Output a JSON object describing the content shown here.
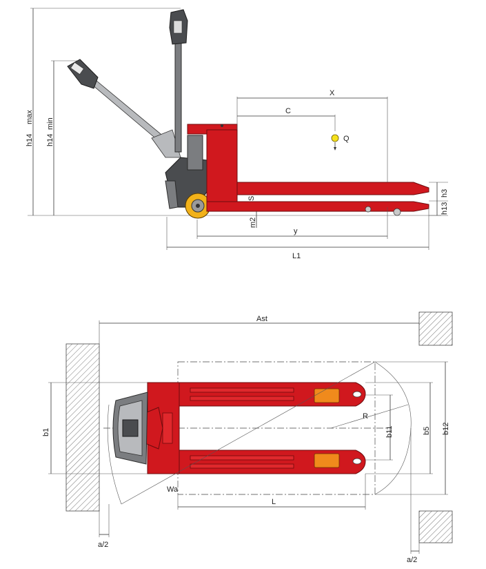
{
  "side_view": {
    "labels": {
      "h14_max_a": "h14",
      "h14_max_b": "max",
      "h14_min_a": "h14",
      "h14_min_b": "min",
      "x": "X",
      "c": "C",
      "q": "Q",
      "s": "S",
      "h3": "h3",
      "h13": "h13",
      "m2": "m2",
      "y": "y",
      "l1": "L1"
    },
    "colors": {
      "frame": "#d0181e",
      "handle": "#7b7d80",
      "wheel": "#f2b21a",
      "load_marker": "#f5e11c"
    }
  },
  "top_view": {
    "labels": {
      "ast": "Ast",
      "b1": "b1",
      "b11": "b11",
      "b5": "b5",
      "b12": "b12",
      "r": "R",
      "wa": "Wa",
      "l": "L",
      "a2_left": "a/2",
      "a2_right": "a/2"
    },
    "colors": {
      "frame": "#d0181e",
      "roller": "#f08a1c",
      "hatch": "#666666"
    }
  }
}
